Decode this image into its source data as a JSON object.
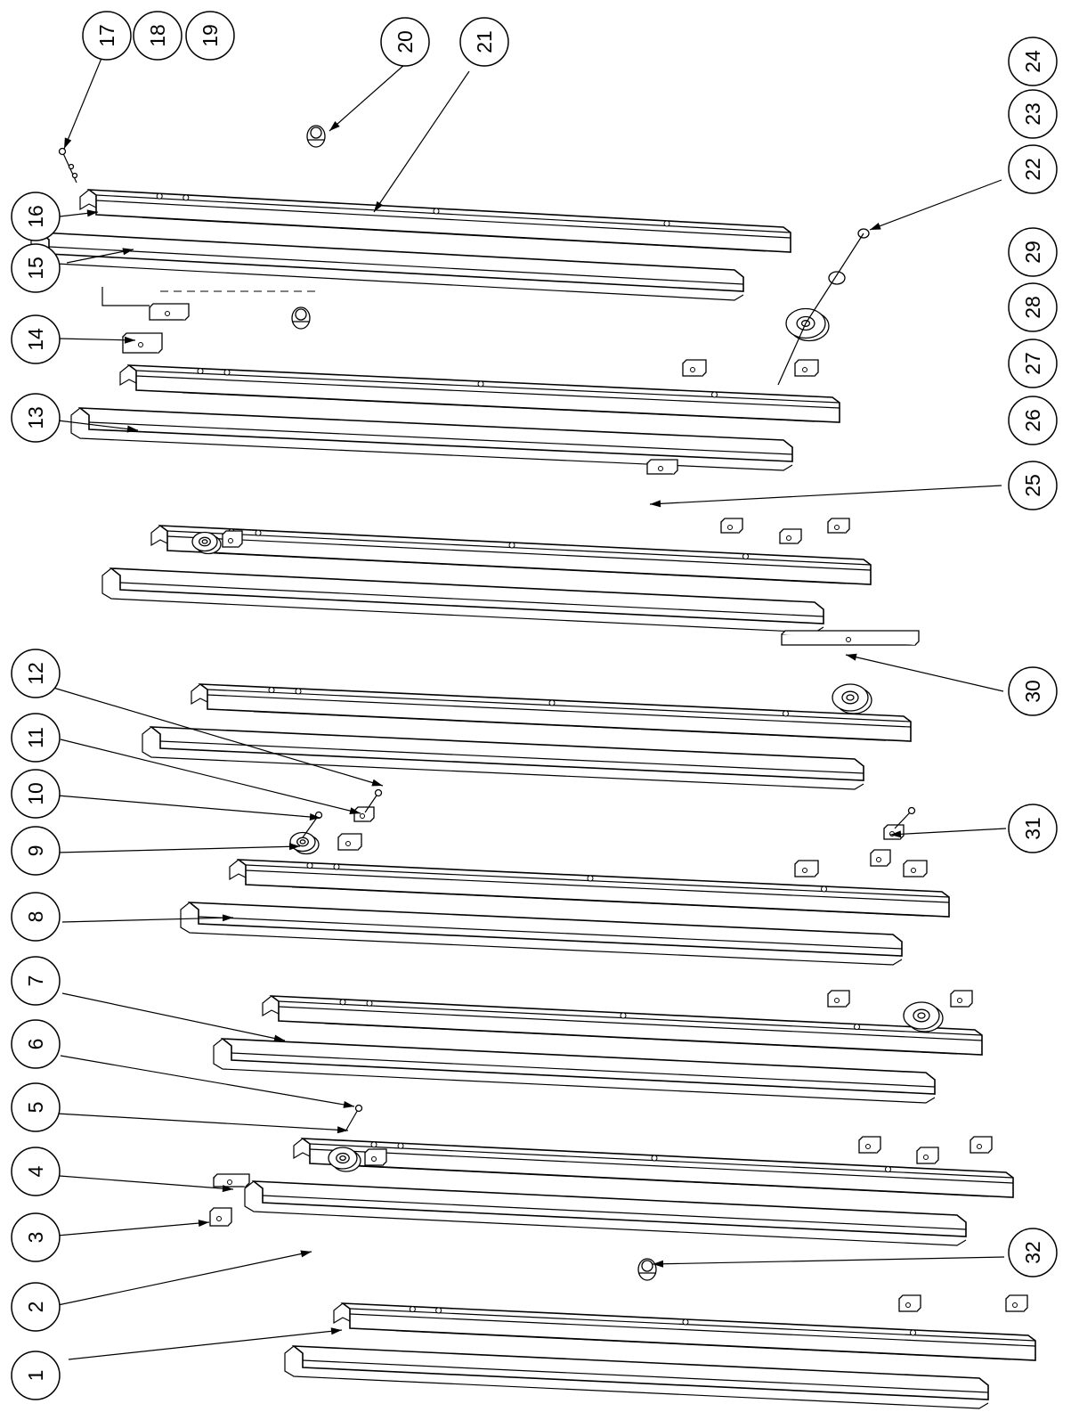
{
  "balloons": [
    {
      "id": "1"
    },
    {
      "id": "2"
    },
    {
      "id": "3"
    },
    {
      "id": "4"
    },
    {
      "id": "5"
    },
    {
      "id": "6"
    },
    {
      "id": "7"
    },
    {
      "id": "8"
    },
    {
      "id": "9"
    },
    {
      "id": "10"
    },
    {
      "id": "11"
    },
    {
      "id": "12"
    },
    {
      "id": "13"
    },
    {
      "id": "14"
    },
    {
      "id": "15"
    },
    {
      "id": "16"
    },
    {
      "id": "17"
    },
    {
      "id": "18"
    },
    {
      "id": "19"
    },
    {
      "id": "20"
    },
    {
      "id": "21"
    },
    {
      "id": "22"
    },
    {
      "id": "23"
    },
    {
      "id": "24"
    },
    {
      "id": "25"
    },
    {
      "id": "26"
    },
    {
      "id": "27"
    },
    {
      "id": "28"
    },
    {
      "id": "29"
    },
    {
      "id": "30"
    },
    {
      "id": "31"
    },
    {
      "id": "32"
    }
  ],
  "colors": {
    "line": "#000000",
    "background": "#ffffff"
  }
}
